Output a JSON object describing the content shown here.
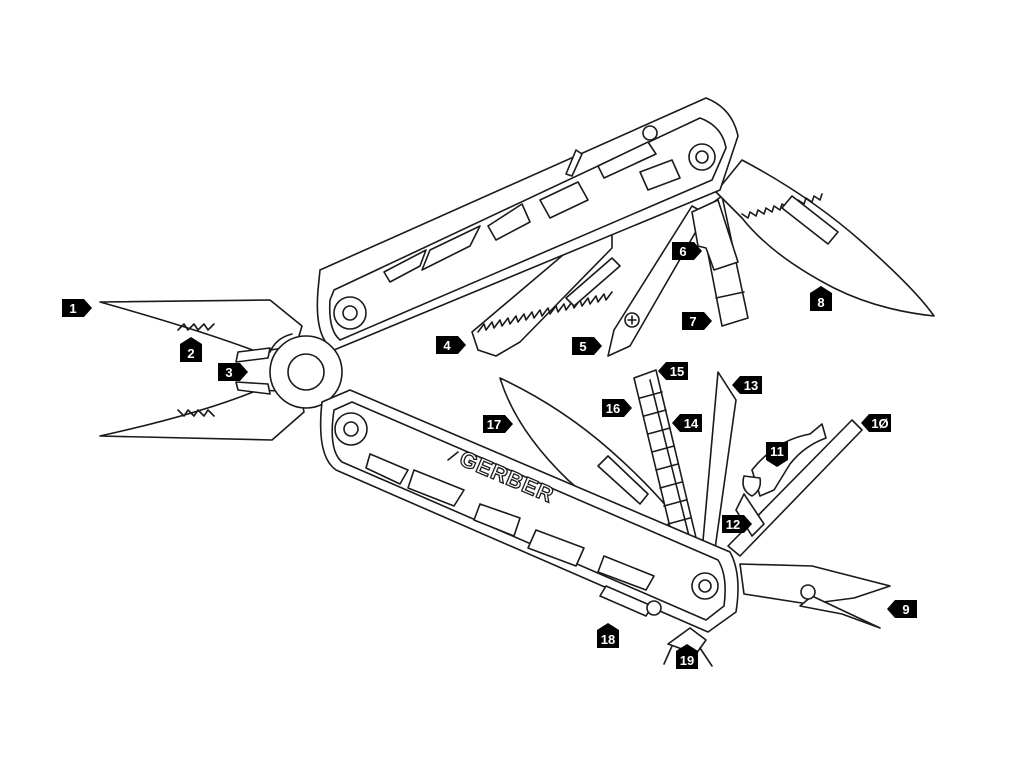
{
  "brand": "GERBER",
  "callouts": [
    {
      "id": "c1",
      "label": "1"
    },
    {
      "id": "c2",
      "label": "2"
    },
    {
      "id": "c3",
      "label": "3"
    },
    {
      "id": "c4",
      "label": "4"
    },
    {
      "id": "c5",
      "label": "5"
    },
    {
      "id": "c6",
      "label": "6"
    },
    {
      "id": "c7",
      "label": "7"
    },
    {
      "id": "c8",
      "label": "8"
    },
    {
      "id": "c9",
      "label": "9"
    },
    {
      "id": "c10",
      "label": "1Ø"
    },
    {
      "id": "c11",
      "label": "11"
    },
    {
      "id": "c12",
      "label": "12"
    },
    {
      "id": "c13",
      "label": "13"
    },
    {
      "id": "c14",
      "label": "14"
    },
    {
      "id": "c15",
      "label": "15"
    },
    {
      "id": "c16",
      "label": "16"
    },
    {
      "id": "c17",
      "label": "17"
    },
    {
      "id": "c18",
      "label": "18"
    },
    {
      "id": "c19",
      "label": "19"
    }
  ]
}
